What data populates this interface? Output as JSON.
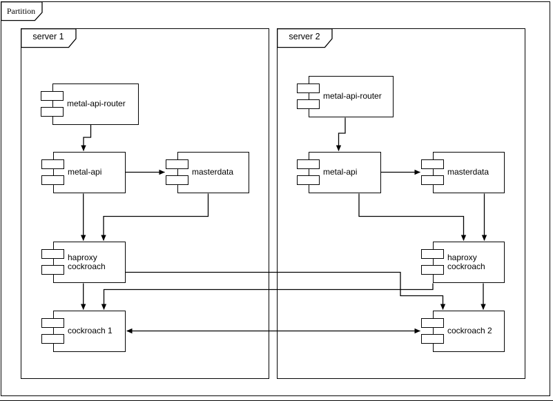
{
  "partition": {
    "label": "Partition"
  },
  "servers": {
    "server1": {
      "label": "server 1"
    },
    "server2": {
      "label": "server 2"
    }
  },
  "nodes": {
    "s1_router": {
      "label": "metal-api-router"
    },
    "s1_api": {
      "label": "metal-api"
    },
    "s1_masterdata": {
      "label": "masterdata"
    },
    "s1_haproxy": {
      "label": "haproxy\ncockroach"
    },
    "s1_cockroach": {
      "label": "cockroach 1"
    },
    "s2_router": {
      "label": "metal-api-router"
    },
    "s2_api": {
      "label": "metal-api"
    },
    "s2_masterdata": {
      "label": "masterdata"
    },
    "s2_haproxy": {
      "label": "haproxy\ncockroach"
    },
    "s2_cockroach": {
      "label": "cockroach 2"
    }
  },
  "edges": [
    {
      "from": "server 1 / metal-api-router",
      "to": "server 1 / metal-api",
      "arrow": "forward"
    },
    {
      "from": "server 1 / metal-api",
      "to": "server 1 / masterdata",
      "arrow": "forward"
    },
    {
      "from": "server 1 / metal-api",
      "to": "server 1 / haproxy cockroach",
      "arrow": "forward"
    },
    {
      "from": "server 1 / masterdata",
      "to": "server 1 / haproxy cockroach",
      "arrow": "forward"
    },
    {
      "from": "server 1 / haproxy cockroach",
      "to": "server 1 / cockroach 1",
      "arrow": "forward"
    },
    {
      "from": "server 1 / haproxy cockroach",
      "to": "server 2 / cockroach 2",
      "arrow": "forward"
    },
    {
      "from": "server 2 / metal-api-router",
      "to": "server 2 / metal-api",
      "arrow": "forward"
    },
    {
      "from": "server 2 / metal-api",
      "to": "server 2 / masterdata",
      "arrow": "forward"
    },
    {
      "from": "server 2 / metal-api",
      "to": "server 2 / haproxy cockroach",
      "arrow": "forward"
    },
    {
      "from": "server 2 / masterdata",
      "to": "server 2 / haproxy cockroach",
      "arrow": "forward"
    },
    {
      "from": "server 2 / haproxy cockroach",
      "to": "server 2 / cockroach 2",
      "arrow": "forward"
    },
    {
      "from": "server 2 / haproxy cockroach",
      "to": "server 1 / cockroach 1",
      "arrow": "forward"
    },
    {
      "from": "server 1 / cockroach 1",
      "to": "server 2 / cockroach 2",
      "arrow": "both"
    }
  ],
  "colors": {
    "stroke": "#000000",
    "fill": "#ffffff",
    "text": "#000000",
    "background": "#ffffff"
  }
}
